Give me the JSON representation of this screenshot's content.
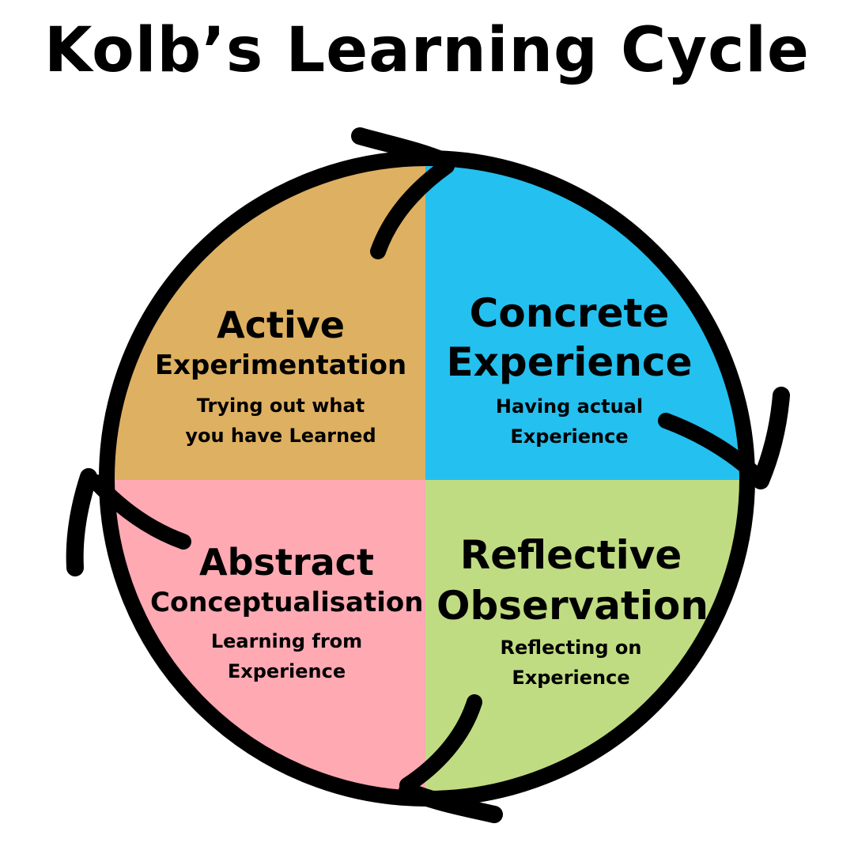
{
  "title": "Kolb’s Learning Cycle",
  "colors": {
    "active_experimentation": "#DEB061",
    "concrete_experience": "#24C0EF",
    "abstract_conceptualisation": "#FFA9B3",
    "reflective_observation": "#C0DC82",
    "cycle_arrow": "#000000"
  },
  "quadrants": {
    "active_experimentation": {
      "title_line1": "Active",
      "title_line2": "Experimentation",
      "desc_line1": "Trying out what",
      "desc_line2": "you have Learned"
    },
    "concrete_experience": {
      "title_line1": "Concrete",
      "title_line2": "Experience",
      "desc_line1": "Having actual",
      "desc_line2": "Experience"
    },
    "abstract_conceptualisation": {
      "title_line1": "Abstract",
      "title_line2": "Conceptualisation",
      "desc_line1": "Learning from",
      "desc_line2": "Experience"
    },
    "reflective_observation": {
      "title_line1": "Reflective",
      "title_line2": "Observation",
      "desc_line1": "Reflecting on",
      "desc_line2": "Experience"
    }
  }
}
